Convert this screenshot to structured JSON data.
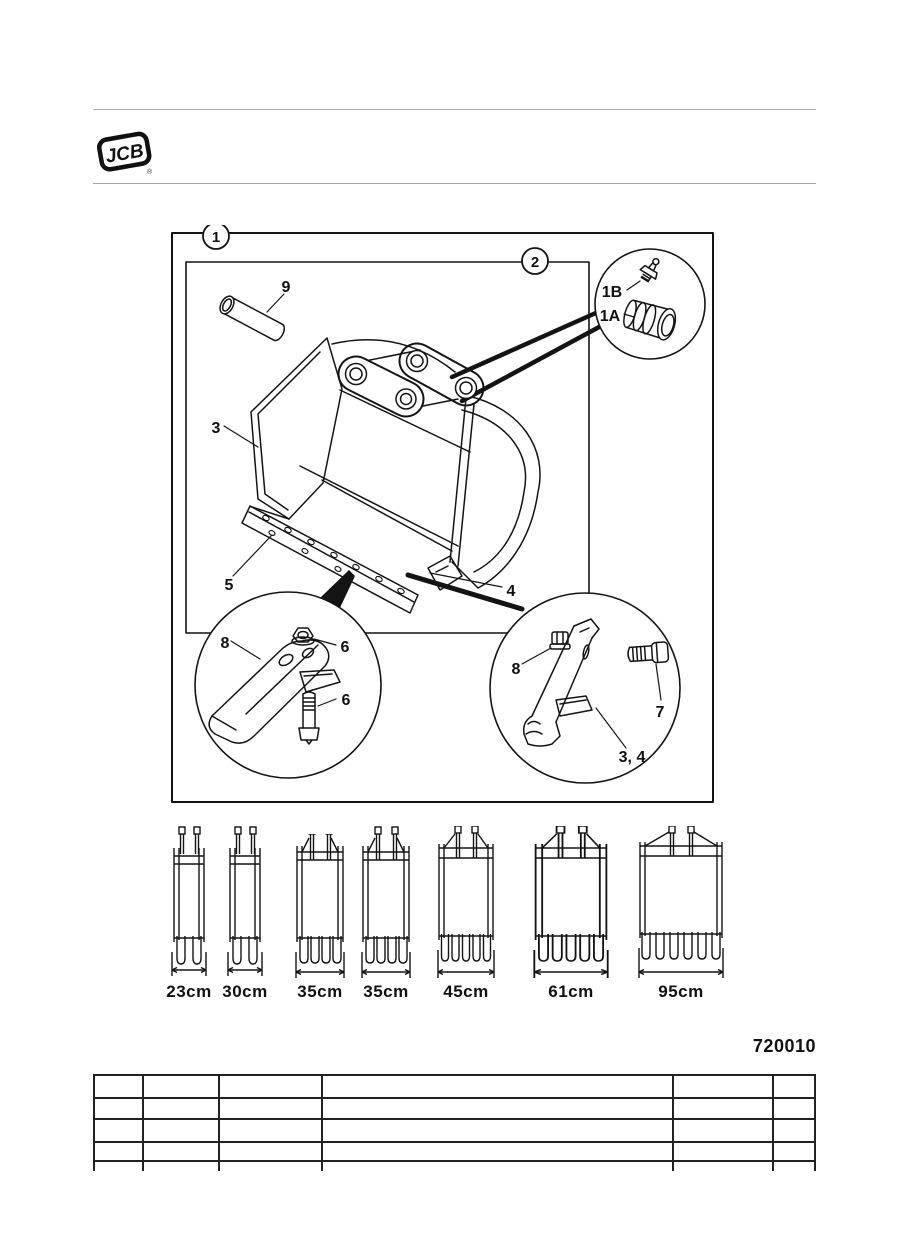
{
  "page": {
    "background_color": "#ffffff",
    "line_color": "#141414",
    "rule_color": "#a9a9a9"
  },
  "header": {
    "logo_text": "JCB",
    "registered_mark": "®"
  },
  "diagram": {
    "frame_callouts": {
      "outer": "1",
      "inner": "2"
    },
    "pin_label": "9",
    "side_plate_label": "3",
    "bottom_edge_label": "5",
    "corner_label": "4",
    "hub_detail": {
      "grease_nipple": "1B",
      "bush": "1A"
    },
    "tooth_detail": {
      "tooth": "8",
      "nut": "6",
      "bolt": "6"
    },
    "corner_tooth_detail": {
      "nut": "8",
      "bolt": "7",
      "assembly": "3, 4"
    }
  },
  "bucket_widths": {
    "items": [
      {
        "label": "23cm"
      },
      {
        "label": "30cm"
      },
      {
        "label": "35cm"
      },
      {
        "label": "35cm"
      },
      {
        "label": "45cm"
      },
      {
        "label": "61cm"
      },
      {
        "label": "95cm"
      }
    ]
  },
  "footer": {
    "drawing_number": "720010"
  }
}
